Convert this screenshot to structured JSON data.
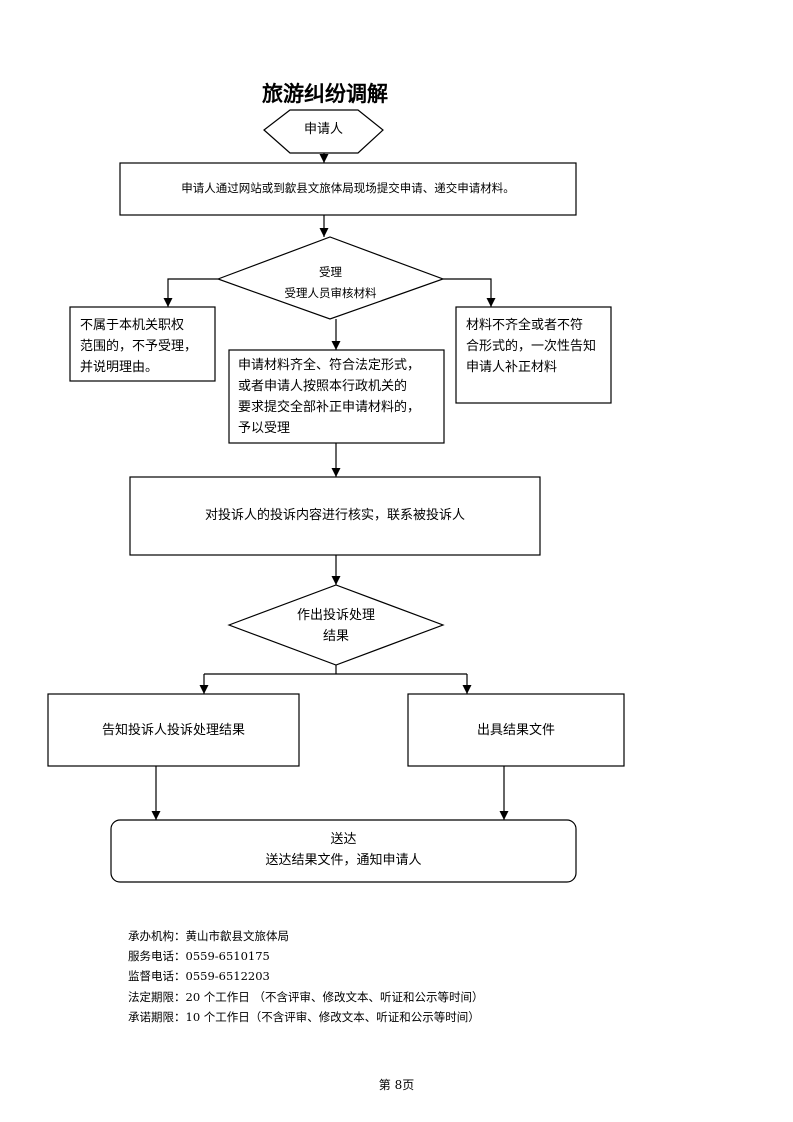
{
  "page": {
    "title": "旅游纠纷调解",
    "page_number": "第 8页"
  },
  "flowchart": {
    "applicant": "申请人",
    "submit_step": "申请人通过网站或到歙县文旅体局现场提交申请、递交申请材料。",
    "review_decision": {
      "line1": "受理",
      "line2": "受理人员审核材料"
    },
    "not_in_scope": {
      "line1": "不属于本机关职权",
      "line2": "范围的，不予受理，",
      "line3": "并说明理由。"
    },
    "accepted": {
      "line1": "申请材料齐全、符合法定形式，",
      "line2": "或者申请人按照本行政机关的",
      "line3": "要求提交全部补正申请材料的，",
      "line4": "予以受理"
    },
    "incomplete": {
      "line1": "材料不齐全或者不符",
      "line2": "合形式的，一次性告知",
      "line3": "申请人补正材料"
    },
    "verify_step": "对投诉人的投诉内容进行核实，联系被投诉人",
    "result_decision": {
      "line1": "作出投诉处理",
      "line2": "结果"
    },
    "notify_complainant": "告知投诉人投诉处理结果",
    "issue_document": "出具结果文件",
    "delivery": {
      "line1": "送达",
      "line2": "送达结果文件，通知申请人"
    }
  },
  "footer": {
    "organization": "承办机构：黄山市歙县文旅体局",
    "service_phone": "服务电话：0559-6510175",
    "supervision_phone": "监督电话：0559-6512203",
    "statutory_period": "法定期限：20 个工作日 （不含评审、修改文本、听证和公示等时间）",
    "promised_period": "承诺期限：10 个工作日（不含评审、修改文本、听证和公示等时间）"
  }
}
